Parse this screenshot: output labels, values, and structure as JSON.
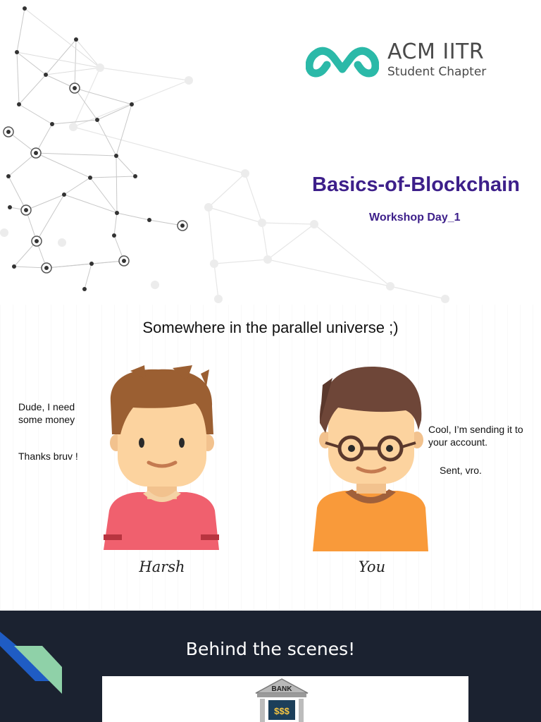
{
  "slide1": {
    "logo": {
      "name": "ACM IITR",
      "subtitle": "Student Chapter",
      "color": "#2bb9a8"
    },
    "title": "Basics-of-Blockchain",
    "subtitle": "Workshop Day_1",
    "title_color": "#3d1f8a"
  },
  "slide2": {
    "title": "Somewhere in the parallel universe ;)",
    "left_person": {
      "name": "Harsh",
      "messages": [
        "Dude, I need some money",
        "Thanks bruv !"
      ]
    },
    "right_person": {
      "name": "You",
      "messages": [
        "Cool, I’m sending it to your account.",
        "Sent, vro."
      ]
    }
  },
  "slide3": {
    "title": "Behind the scenes!",
    "bank_label": "BANK",
    "bank_sign": "$$$",
    "background": "#1b2230"
  }
}
